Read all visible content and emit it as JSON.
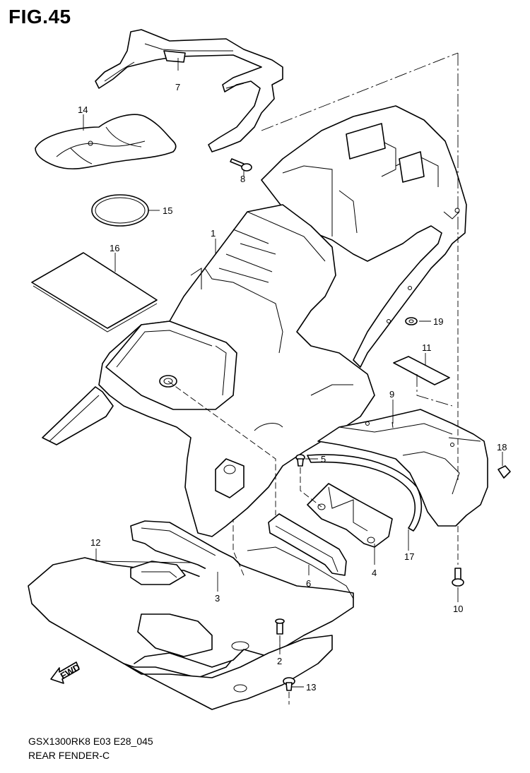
{
  "figure": {
    "title": "FIG.45",
    "model_code": "GSX1300RK8 E03 E28_045",
    "name": "REAR FENDER-C"
  },
  "fwd_marker": "FWD",
  "callouts": [
    "1",
    "2",
    "3",
    "4",
    "5",
    "6",
    "7",
    "8",
    "9",
    "10",
    "11",
    "12",
    "13",
    "14",
    "15",
    "16",
    "17",
    "18",
    "19"
  ]
}
